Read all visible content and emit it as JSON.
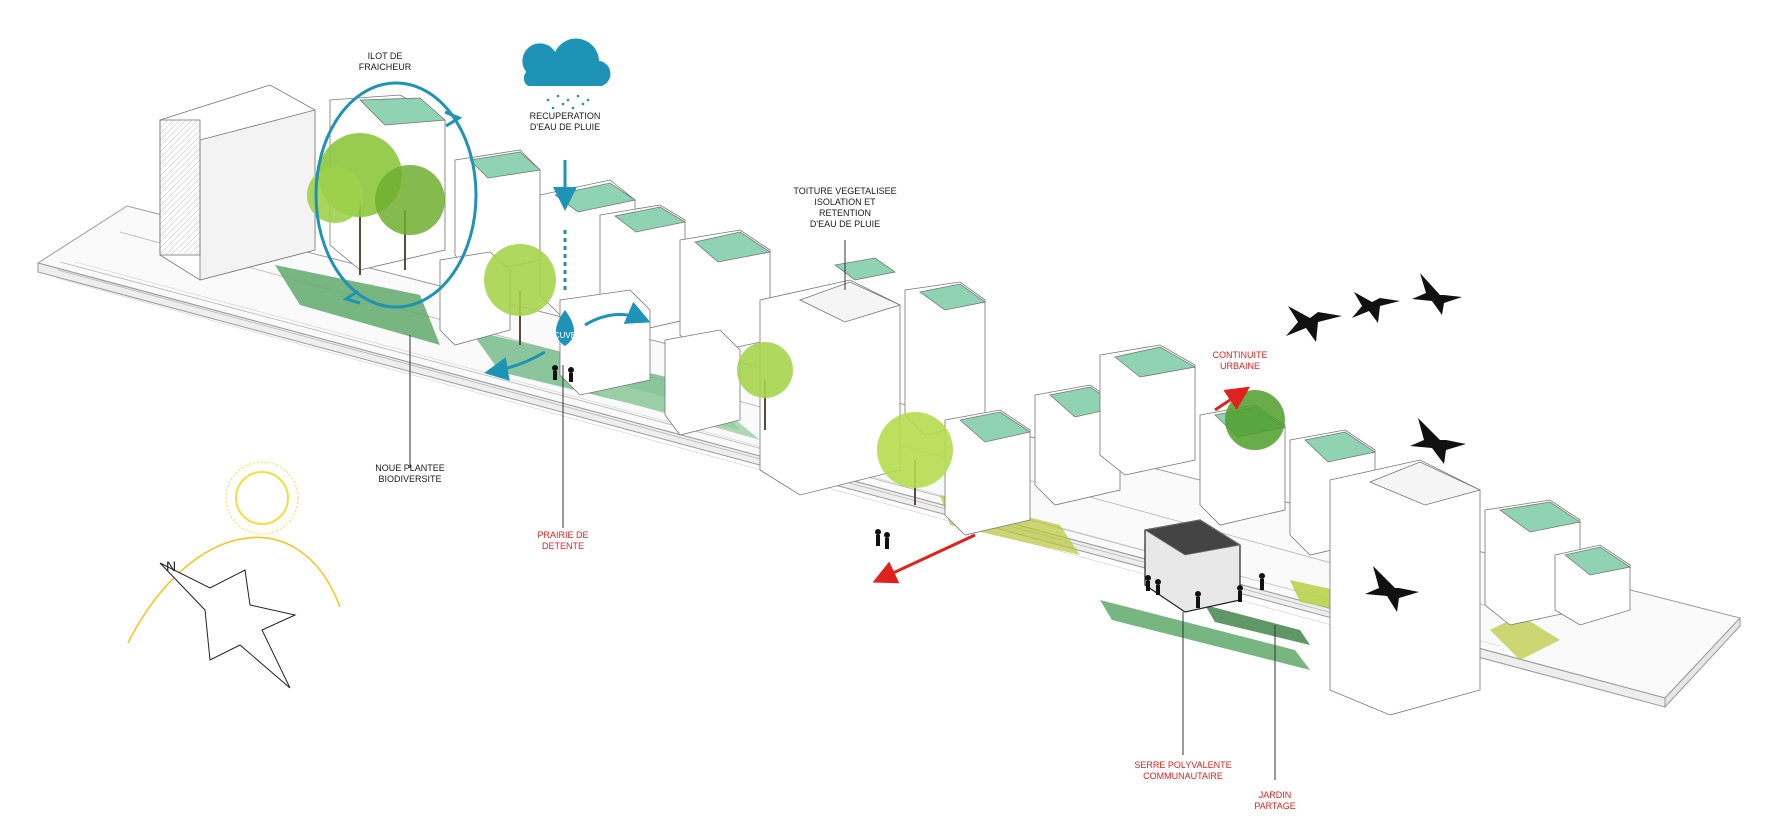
{
  "colors": {
    "accent_red": "#e0221f",
    "water_blue": "#1e93b5",
    "roof_green": "#7fc9a8",
    "tree_green": "#8cc63e",
    "sun_yellow": "#f2de3d",
    "line_gray": "#9a9a9a"
  },
  "annotations": {
    "ilot": "ILOT DE\nFRAICHEUR",
    "recuperation": "RECUPERATION\nD'EAU DE PLUIE",
    "toiture": "TOITURE VEGETALISEE\nISOLATION ET\nRETENTION\nD'EAU DE PLUIE",
    "cuve": "CUVE",
    "noue": "NOUE PLANTEE\nBIODIVERSITE",
    "prairie": "PRAIRIE DE\nDETENTE",
    "continuite": "CONTINUITE\nURBAINE",
    "serre": "SERRE POLYVALENTE\nCOMMUNAUTAIRE",
    "jardin": "JARDIN\nPARTAGE"
  },
  "icons": [
    "rain-cloud-icon",
    "sun-icon",
    "compass-rose-icon",
    "bird-icon"
  ]
}
